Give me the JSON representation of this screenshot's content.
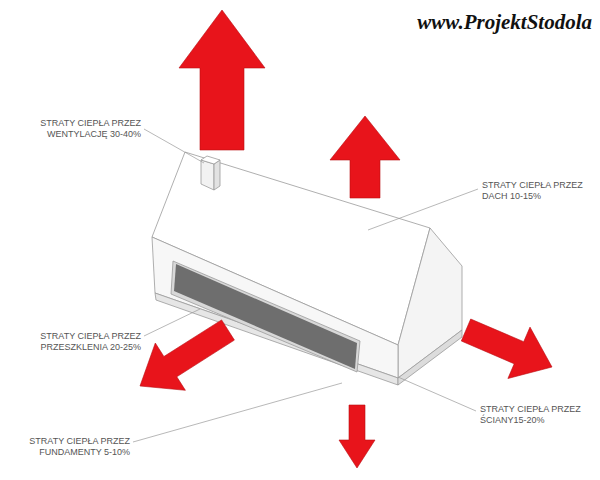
{
  "diagram": {
    "labels": [
      "www.ProjektStodola",
      "STRATY CIEPŁA PRZEZ WENTYLACJĘ 30-40%",
      "STRATY CIEPŁA PRZEZ DACH 10-15%",
      "STRATY CIEPŁA PRZEZ PRZESZKLENIA 20-25%",
      "STRATY CIEPŁA PRZEZ FUNDAMENTY 5-10%",
      "STRATY CIEPŁA PRZEZ ŚCIANY15-20%"
    ]
  }
}
